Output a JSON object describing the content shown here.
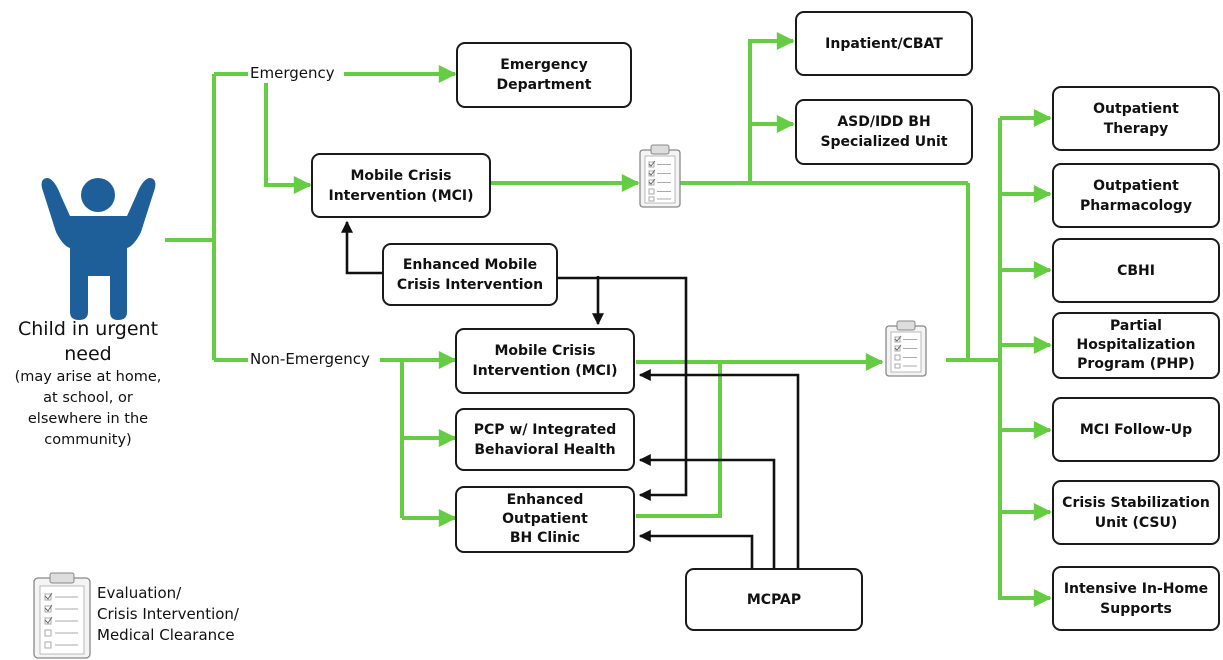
{
  "colors": {
    "green": "#66cc44",
    "black": "#111111",
    "child": "#1f5f99"
  },
  "child": {
    "icon": "child-figure-icon",
    "title_lines": [
      "Child in urgent",
      "need"
    ],
    "note_lines": [
      "(may arise at home,",
      "at school, or",
      "elsewhere in the",
      "community)"
    ]
  },
  "branches": {
    "emergency": "Emergency",
    "non_emergency": "Non-Emergency"
  },
  "emergency_boxes": {
    "ed": [
      "Emergency",
      "Department"
    ],
    "mci": [
      "Mobile Crisis",
      "Intervention (MCI)"
    ]
  },
  "enhanced_mci": [
    "Enhanced Mobile",
    "Crisis Intervention"
  ],
  "non_emergency_boxes": {
    "mci": [
      "Mobile Crisis",
      "Intervention (MCI)"
    ],
    "pcp": [
      "PCP w/ Integrated",
      "Behavioral Health"
    ],
    "enhanced_clinic": [
      "Enhanced",
      "Outpatient",
      "BH Clinic"
    ]
  },
  "mcpap": "MCPAP",
  "upper_outcomes": {
    "inpatient": [
      "Inpatient/CBAT"
    ],
    "asd": [
      "ASD/IDD BH",
      "Specialized Unit"
    ]
  },
  "services": [
    [
      "Outpatient",
      "Therapy"
    ],
    [
      "Outpatient",
      "Pharmacology"
    ],
    [
      "CBHI"
    ],
    [
      "Partial",
      "Hospitalization",
      "Program (PHP)"
    ],
    [
      "MCI Follow-Up"
    ],
    [
      "Crisis Stabilization",
      "Unit (CSU)"
    ],
    [
      "Intensive In-Home",
      "Supports"
    ]
  ],
  "legend": {
    "icon": "clipboard-checklist-icon",
    "lines": [
      "Evaluation/",
      "Crisis Intervention/",
      "Medical Clearance"
    ]
  }
}
